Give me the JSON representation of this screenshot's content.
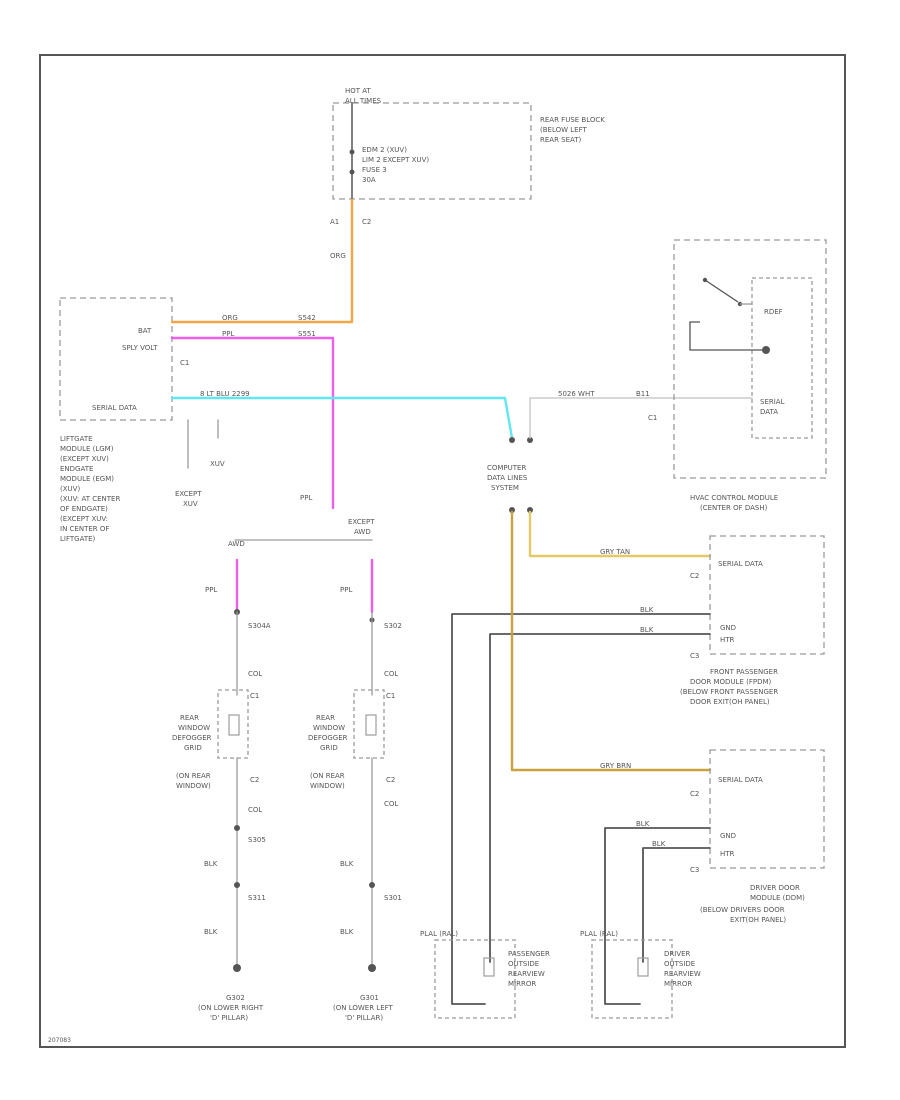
{
  "colors": {
    "orange": "#f4a646",
    "pink": "#ec5fec",
    "cyan": "#5fe8f0",
    "tan": "#c9a13e",
    "grey": "#9c9c9c",
    "dark": "#555555"
  },
  "labels": {
    "hot_at": "HOT AT",
    "all_times": "ALL TIMES",
    "rear_fuse_block": [
      "REAR FUSE BLOCK",
      "(BELOW LEFT",
      "REAR SEAT)"
    ],
    "fuses": [
      "EDM 2   (XUV)",
      "LIM 2   EXCEPT XUV)",
      "FUSE 3",
      "30A"
    ],
    "rf_a1": "A1",
    "rf_c2": "C2",
    "org": "ORG",
    "bat": "BAT",
    "splv_volt": "SPLY VOLT",
    "c1": "C1",
    "serial_data": "SERIAL DATA",
    "org_wire": "ORG",
    "splice_org": "S542",
    "ppl": "PPL",
    "splice_ppl": "S551",
    "lt_blu": "8   LT BLU   2299",
    "liftgate_module": [
      "LIFTGATE",
      "MODULE (LGM)",
      "(EXCEPT XUV)",
      "ENDGATE",
      "MODULE (EGM)",
      "(XUV)",
      "(XUV: AT CENTER",
      "OF ENDGATE)",
      "(EXCEPT XUV:",
      "IN CENTER OF",
      "LIFTGATE)"
    ],
    "except_xuv": [
      "EXCEPT",
      "XUV"
    ],
    "xuv": "XUV",
    "ppl_mid": "PPL",
    "except_awd": [
      "EXCEPT",
      "AWD"
    ],
    "awd": "AWD",
    "computer_data_lines": [
      "COMPUTER",
      "DATA LINES",
      "SYSTEM"
    ],
    "wire_5026": "5026  WHT",
    "b11": "B11",
    "hvac_c1": "C1",
    "hvac_module": [
      "HVAC CONTROL MODULE",
      "(CENTER OF DASH)"
    ],
    "rdef": "RDEF",
    "hvac_serial": [
      "SERIAL",
      "DATA"
    ],
    "fp_wire_data": "GRY  TAN",
    "fp_serial": "SERIAL DATA",
    "fp_c2": "C2",
    "blk": "BLK",
    "gnd": "GND",
    "htr": "HTR",
    "fp_c3": "C3",
    "fp_module": [
      "FRONT PASSENGER",
      "DOOR MODULE (FPDM)",
      "(BELOW FRONT PASSENGER",
      "DOOR EXIT(OH PANEL)"
    ],
    "dd_wire_data": "GRY  BRN",
    "dd_serial": "SERIAL DATA",
    "dd_c2": "C2",
    "dd_c3": "C3",
    "dd_module": [
      "DRIVER DOOR",
      "MODULE (DDM)",
      "(BELOW DRIVERS DOOR",
      "EXIT(OH PANEL)"
    ],
    "s304a": "S304A",
    "col": "COL",
    "c1_left": "C1",
    "c2_left": "C2",
    "rear_defog": [
      "REAR",
      "WINDOW",
      "DEFOGGER",
      "GRID",
      "(ON REAR",
      "WINDOW)"
    ],
    "s305": "S305",
    "blk_left": "BLK",
    "s311": "S311",
    "s302": "S302",
    "g302": [
      "G302",
      "(ON LOWER RIGHT",
      "'D' PILLAR)"
    ],
    "g301": [
      "G301",
      "(ON LOWER LEFT",
      "'D' PILLAR)"
    ],
    "s301": "S301",
    "pass_mirror_label": "PLAL  (RAL)",
    "pass_mirror": [
      "PASSENGER",
      "OUTSIDE",
      "REARVIEW",
      "MIRROR"
    ],
    "drv_mirror_label": "PLAL  (RAL)",
    "drv_mirror": [
      "DRIVER",
      "OUTSIDE",
      "REARVIEW",
      "MIRROR"
    ],
    "figure_id": "207083"
  }
}
